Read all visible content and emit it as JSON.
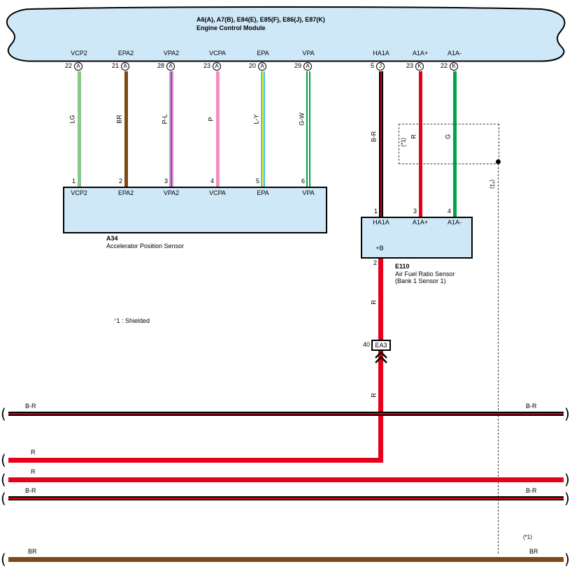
{
  "colors": {
    "fill": "#cfe8f8",
    "red": "#e60019",
    "green": "#00a24a",
    "lgreen": "#8bc98b",
    "brown": "#7d4915",
    "pink": "#f08fc0",
    "blue": "#3d6cd9",
    "cyan": "#45c8f2",
    "yellow": "#ffe10a",
    "star": "#2e9bd8"
  },
  "ecm": {
    "title": "A6(A), A7(B), E84(E), E85(F), E86(J), E87(K)",
    "subtitle": "Engine Control Module"
  },
  "pins_top": {
    "vcp2": {
      "terminal": "VCP2",
      "num": "22",
      "conn": "A",
      "wire_code": "LG"
    },
    "epa2": {
      "terminal": "EPA2",
      "num": "21",
      "conn": "A",
      "wire_code": "BR"
    },
    "vpa2": {
      "terminal": "VPA2",
      "num": "28",
      "conn": "A",
      "wire_code": "P-L"
    },
    "vcpa": {
      "terminal": "VCPA",
      "num": "23",
      "conn": "A",
      "wire_code": "P"
    },
    "epa": {
      "terminal": "EPA",
      "num": "20",
      "conn": "A",
      "wire_code": "L-Y"
    },
    "vpa": {
      "terminal": "VPA",
      "num": "29",
      "conn": "A",
      "wire_code": "G-W"
    },
    "ha1a": {
      "terminal": "HA1A",
      "num": "5",
      "conn": "J",
      "wire_code": "B-R"
    },
    "a1a_plus": {
      "terminal": "A1A+",
      "num": "23",
      "conn": "K",
      "wire_code": "R"
    },
    "a1a_minus": {
      "terminal": "A1A-",
      "num": "22",
      "conn": "K",
      "wire_code": "G"
    }
  },
  "a34": {
    "code": "A34",
    "name": "Accelerator Position Sensor",
    "pins": {
      "p1": {
        "num": "1",
        "label": "VCP2"
      },
      "p2": {
        "num": "2",
        "label": "EPA2"
      },
      "p3": {
        "num": "3",
        "label": "VPA2"
      },
      "p4": {
        "num": "4",
        "label": "VCPA"
      },
      "p5": {
        "num": "5",
        "label": "EPA"
      },
      "p6": {
        "num": "6",
        "label": "VPA"
      }
    }
  },
  "e110": {
    "code": "E110",
    "name": "Air Fuel Ratio Sensor",
    "name2": "(Bank 1 Sensor 1)",
    "plus_b": "+B",
    "pin2_num": "2",
    "pins": {
      "p1": {
        "num": "1",
        "label": "HA1A"
      },
      "p3": {
        "num": "3",
        "label": "A1A+"
      },
      "p4": {
        "num": "4",
        "label": "A1A-"
      }
    }
  },
  "red_wire": {
    "code_upper": "R",
    "code_lower": "R"
  },
  "ea3": {
    "num": "40",
    "label": "EA3"
  },
  "shield": {
    "tag_box": "(*1)",
    "tag_line": "(*1)",
    "tag_bottom": "(*1)"
  },
  "note": {
    "star": "*",
    "text": "1 : Shielded"
  },
  "bus": {
    "l1": {
      "left": "B-R",
      "right": "B-R"
    },
    "l2": {
      "left": "R"
    },
    "l3": {
      "left": "R"
    },
    "l4": {
      "left": "B-R",
      "right": "B-R"
    },
    "l5": {
      "left": "BR",
      "right": "BR"
    }
  },
  "marks": {
    "open": "(",
    "close": ")"
  }
}
